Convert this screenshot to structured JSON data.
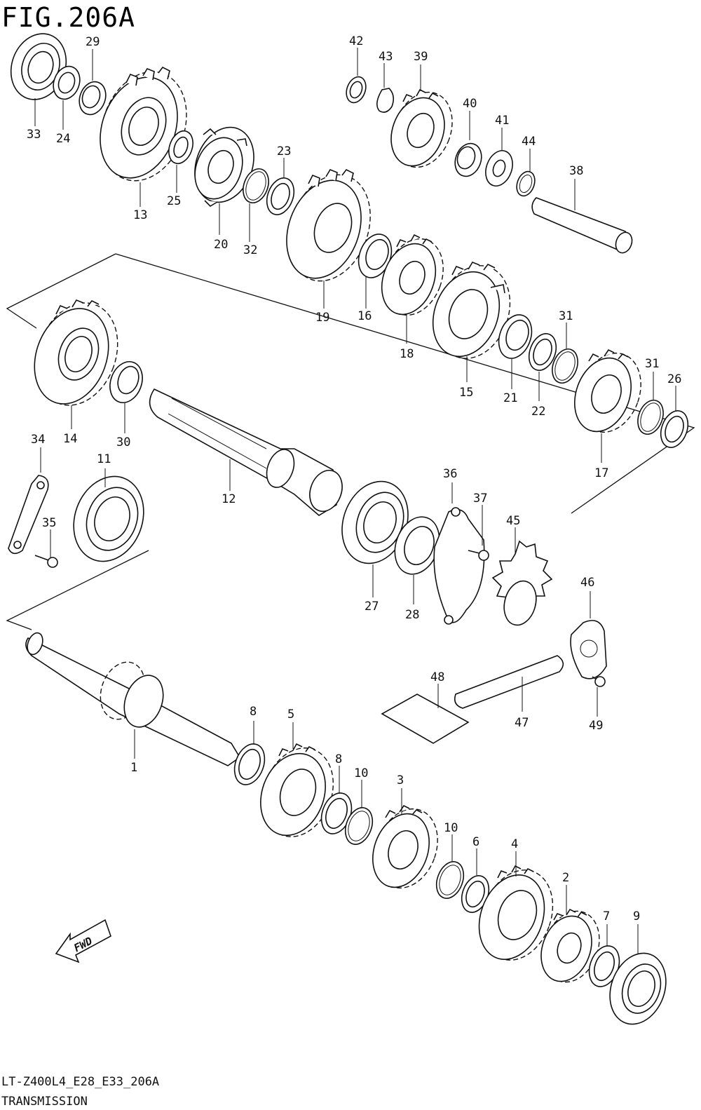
{
  "figure": {
    "title": "FIG.206A"
  },
  "footer": {
    "model_code": "LT-Z400L4_E28_E33_206A",
    "section": "TRANSMISSION"
  },
  "fwd_label": "FWD",
  "icons": {
    "direction_arrow": "fwd-arrow-icon"
  },
  "callouts": {
    "p1": "1",
    "p2": "2",
    "p3": "3",
    "p4": "4",
    "p5": "5",
    "p6": "6",
    "p7": "7",
    "p8a": "8",
    "p8b": "8",
    "p9": "9",
    "p10a": "10",
    "p10b": "10",
    "p11": "11",
    "p12": "12",
    "p13": "13",
    "p14": "14",
    "p15": "15",
    "p16": "16",
    "p17": "17",
    "p18": "18",
    "p19": "19",
    "p20": "20",
    "p21": "21",
    "p22": "22",
    "p23": "23",
    "p24": "24",
    "p25": "25",
    "p26": "26",
    "p27": "27",
    "p28": "28",
    "p29": "29",
    "p30": "30",
    "p31a": "31",
    "p31b": "31",
    "p32": "32",
    "p33": "33",
    "p34": "34",
    "p35": "35",
    "p36": "36",
    "p37": "37",
    "p38": "38",
    "p39": "39",
    "p40": "40",
    "p41": "41",
    "p42": "42",
    "p43": "43",
    "p44": "44",
    "p45": "45",
    "p46": "46",
    "p47": "47",
    "p48": "48",
    "p49": "49"
  }
}
